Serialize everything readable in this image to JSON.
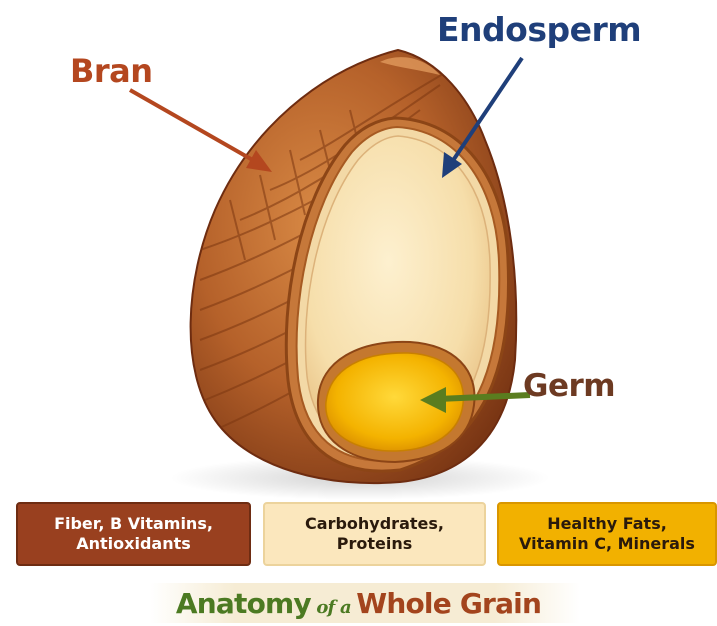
{
  "labels": {
    "bran": "Bran",
    "endosperm": "Endosperm",
    "germ": "Germ"
  },
  "boxes": {
    "bran": "Fiber, B Vitamins,\nAntioxidants",
    "endosperm": "Carbohydrates,\nProteins",
    "germ": "Healthy Fats,\nVitamin C, Minerals"
  },
  "title": {
    "part1": "Anatomy",
    "part2": " of a ",
    "part3": "Whole Grain"
  },
  "colors": {
    "bran": "#b4471f",
    "endosperm": "#1f3f7a",
    "germ": "#f2b100",
    "germ_arrow": "#5a7d1f"
  }
}
